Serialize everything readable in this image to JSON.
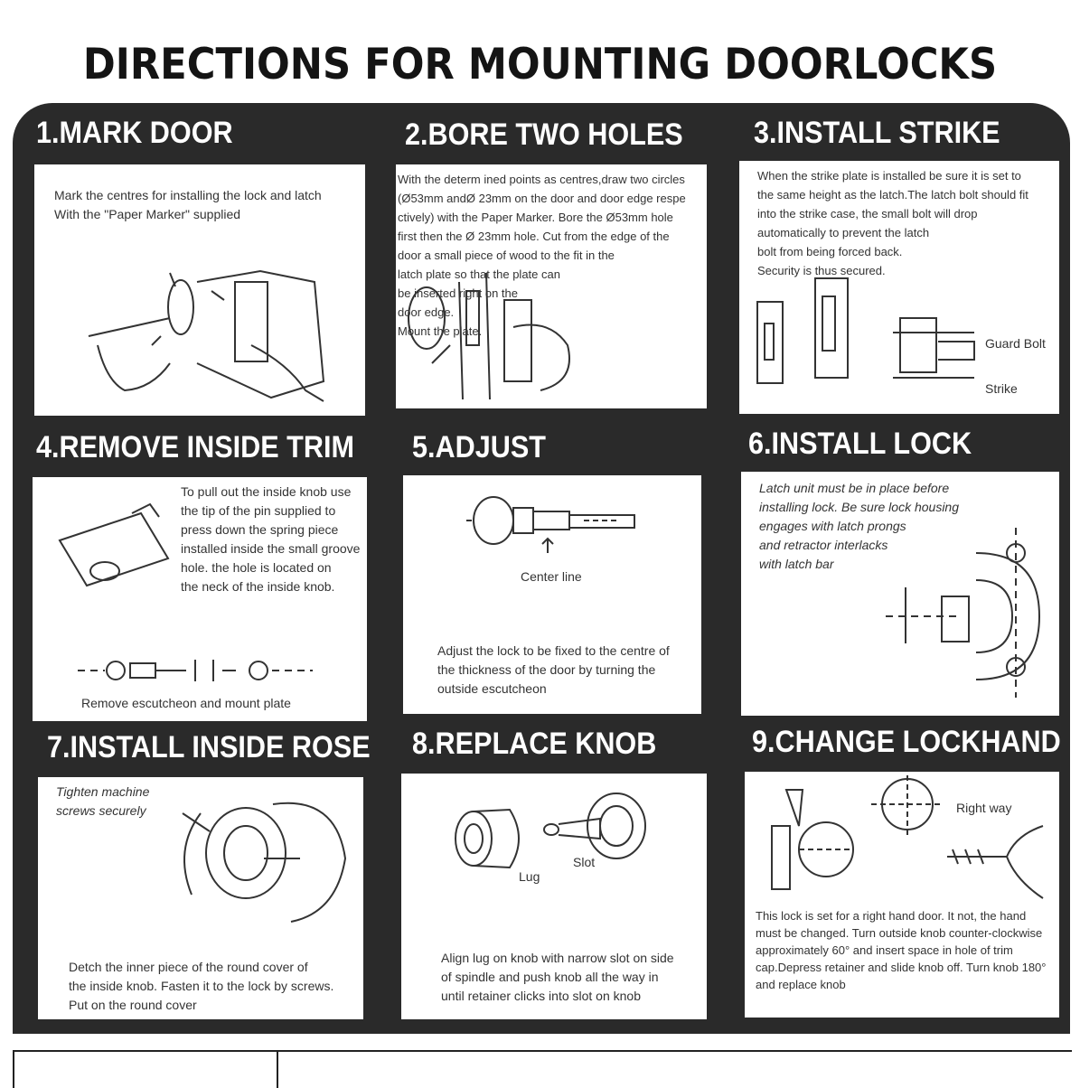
{
  "title": "DIRECTIONS FOR MOUNTING DOORLOCKS",
  "steps": [
    {
      "heading": "1.MARK DOOR",
      "text": "Mark  the centres  for   installing the lock and latch\nWith    the   \"Paper Marker\"   supplied"
    },
    {
      "heading": "2.BORE TWO HOLES",
      "text": "With the determ ined points as centres,draw  two circles\n(Ø53mm andØ 23mm on the door and door edge respe\nctively)   with the Paper Marker. Bore the Ø53mm hole\nfirst  then the Ø 23mm hole. Cut from the edge of  the\ndoor a small piece of  wood  to the fit  in  the\nlatch plate so that  the  plate  can\nbe inserted right  on  the\ndoor edge.\nMount the plate."
    },
    {
      "heading": "3.INSTALL  STRIKE",
      "text": "When the strike plate is installed be sure it is set to\nthe same height as the latch.The latch bolt should fit\ninto   the  strike  case,  the small bolt will drop\nautomatically to prevent the latch\nbolt from being forced back.\nSecurity is thus secured.",
      "labels": [
        "Guard Bolt",
        "Strike"
      ]
    },
    {
      "heading": "4.REMOVE INSIDE TRIM",
      "text": "To pull out the inside knob use\nthe tip of the pin  supplied to\npress down the spring piece\ninstalled inside the small groove\nhole. the hole is located on\nthe neck of the inside knob.",
      "caption": "Remove escutcheon and mount plate"
    },
    {
      "heading": "5.ADJUST",
      "text": "Adjust the lock to be fixed to the centre of\nthe thickness of the door by turning the\noutside escutcheon",
      "labels": [
        "Center line"
      ]
    },
    {
      "heading": "6.INSTALL  LOCK",
      "text": "Latch unit must be in place before\ninstalling lock. Be sure lock housing\nengages with latch prongs\nand retractor interlacks\nwith latch bar"
    },
    {
      "heading": "7.INSTALL INSIDE ROSE",
      "text": "Detch the  inner piece of the round cover of\nthe inside knob. Fasten it  to  the lock by screws.\nPut on the round cover",
      "caption": "Tighten machine\nscrews  securely"
    },
    {
      "heading": "8.REPLACE  KNOB",
      "text": "Align lug on knob with narrow  slot  on side\nof spindle and push knob all the way in\nuntil retainer clicks into slot  on knob",
      "labels": [
        "Slot",
        "Lug"
      ]
    },
    {
      "heading": "9.CHANGE LOCKHAND",
      "text": "This lock is  set  for a right  hand door. It not, the hand\nmust be changed. Turn  outside  knob counter-clockwise\napproximately 60°    and insert  space in hole  of  trim\ncap.Depress retainer and slide  knob off. Turn knob  180°\nand replace  knob",
      "labels": [
        "Right    way"
      ]
    }
  ],
  "colors": {
    "board": "#2a2a2a",
    "panel": "#ffffff",
    "heading": "#ffffff",
    "ink": "#333333"
  }
}
